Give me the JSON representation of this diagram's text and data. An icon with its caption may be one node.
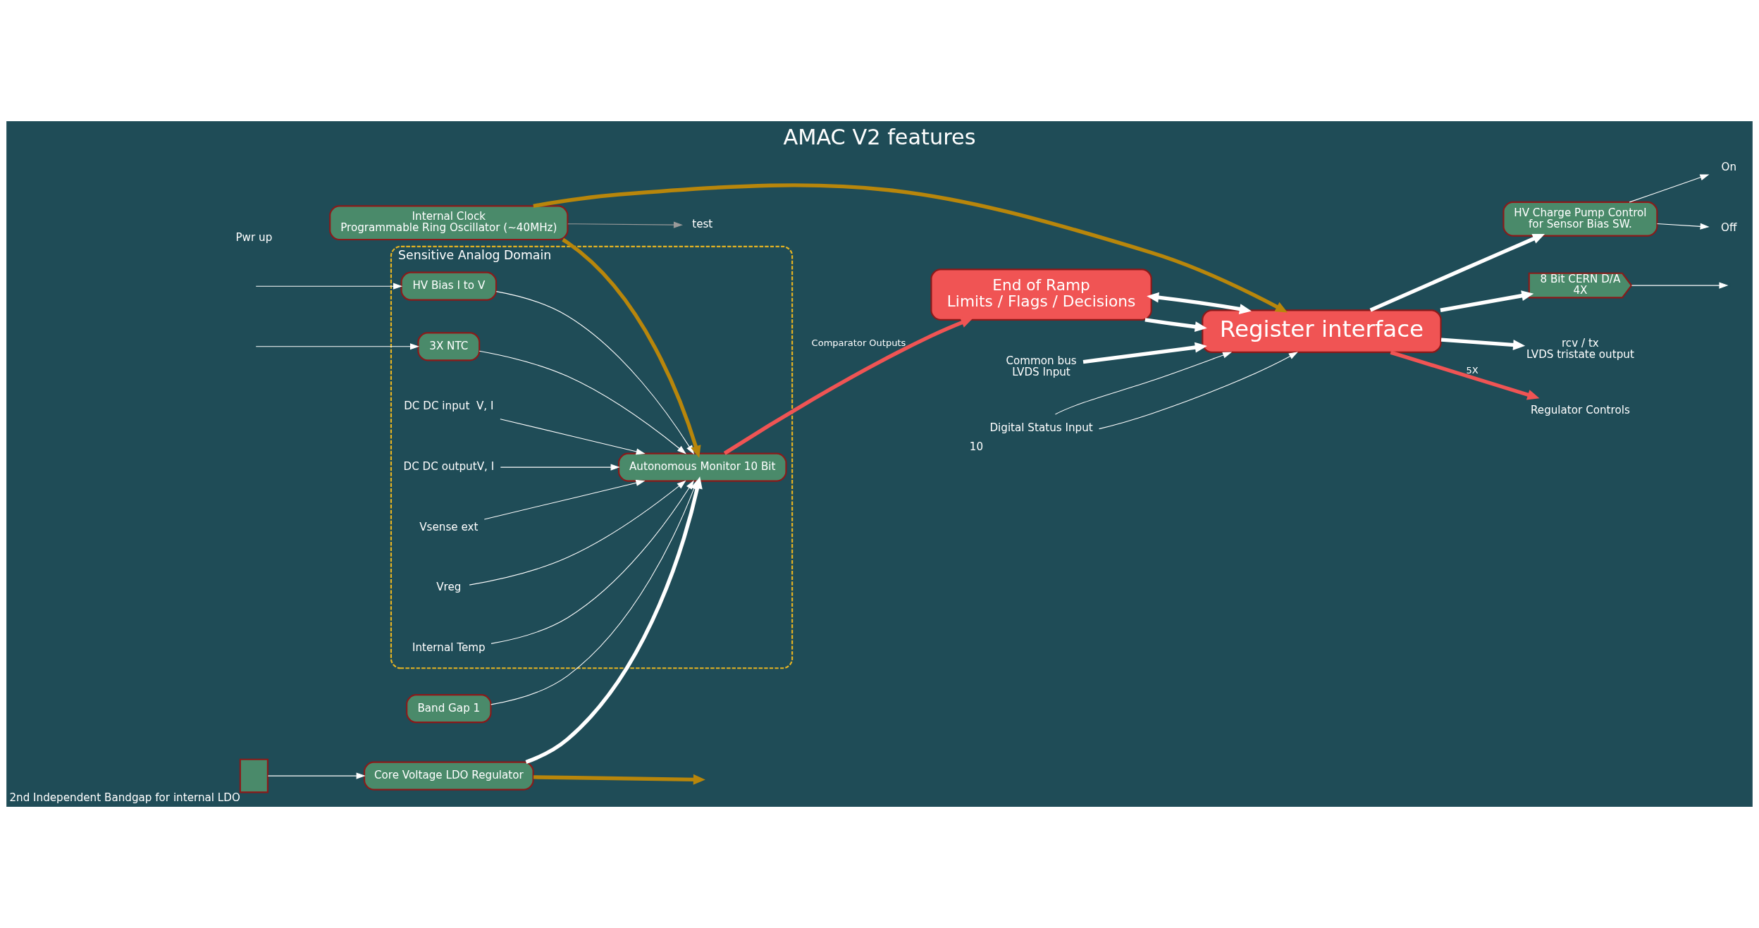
{
  "diagram": {
    "title": "AMAC V2 features",
    "nodes": [
      {
        "text": [
          "Sensitive Analog Domain"
        ]
      },
      {
        "text": [
          "Register interface"
        ]
      },
      {
        "text": [
          "HV Charge Pump Control",
          "for Sensor Bias SW."
        ]
      },
      {
        "text": [
          "Autonomous Monitor 10 Bit"
        ],
        "in": 0
      },
      {
        "text": [
          "End of Ramp",
          "Limits / Flags / Decisions"
        ]
      },
      {
        "text": [
          "8 Bit CERN D/A",
          "4X"
        ]
      },
      {
        "text": [
          "Internal Clock",
          "Programmable Ring Oscillator (~40MHz)"
        ]
      },
      {
        "text": [
          "Core Voltage LDO Regulator"
        ]
      },
      {
        "text": [
          "3X NTC"
        ],
        "in": 0
      },
      {
        "text": [
          "HV Bias I to V"
        ],
        "in": 0
      },
      {
        "text": [
          "Band Gap 1"
        ]
      },
      {
        "text": [],
        "shape": "box",
        "beside": [
          "2nd Independent Bandgap for internal LDO"
        ]
      },
      {
        "text": [
          "Common bus",
          "LVDS Input"
        ]
      },
      {
        "text": [
          "rcv / tx",
          "LVDS tristate output"
        ]
      },
      {
        "text": [
          "Digital Status Input"
        ],
        "beside": [
          "10"
        ]
      },
      {
        "text": [
          "Regulator Controls"
        ]
      },
      {
        "text": [
          "Off"
        ]
      },
      {
        "text": [
          "On"
        ]
      },
      {
        "text": [
          "DC DC input  V, I"
        ],
        "in": 0
      },
      {
        "text": [
          "DC DC outputV, I"
        ],
        "in": 0
      },
      {
        "text": [
          "Vsense ext"
        ],
        "in": 0
      },
      {
        "text": [
          "Vreg"
        ],
        "in": 0
      },
      {
        "text": [
          "Internal Temp"
        ],
        "in": 0
      },
      {
        "text": [
          "test"
        ]
      }
    ],
    "edges": [
      {
        "from": 12,
        "to": 1,
        "arrow": "to",
        "style": "thick"
      },
      {
        "from": 1,
        "to": 13,
        "arrow": "to",
        "style": "thick"
      },
      {
        "from": 14,
        "to": 1,
        "arrow": "to"
      },
      {
        "from": 14,
        "to": 1,
        "arrow": "to"
      },
      {
        "from": 1,
        "to": 15,
        "arrow": "to",
        "label": "5X",
        "style": "thick",
        "color": "#f05454"
      },
      {
        "from": 1,
        "to": 2,
        "arrow": "to",
        "style": "thick"
      },
      {
        "from": 1,
        "to": 4,
        "arrow": "both",
        "style": "thick"
      },
      {
        "from": 4,
        "to": 1,
        "arrow": "to",
        "style": "thick"
      },
      {
        "from": 6,
        "to": 1,
        "arrow": "to",
        "style": "thick",
        "color": "#b8860b"
      },
      {
        "from": 1,
        "to": 5,
        "arrow": "to",
        "style": "thick"
      },
      {
        "from": 5,
        "to": null,
        "arrow": "to"
      },
      {
        "from": 3,
        "to": 4,
        "arrow": "to",
        "label": "Comparator Outputs",
        "style": "thick",
        "color": "#f05454"
      },
      {
        "from": 6,
        "to": 3,
        "arrow": "to",
        "style": "thick",
        "color": "#b8860b"
      },
      {
        "from": 2,
        "to": 16,
        "arrow": "to"
      },
      {
        "from": 2,
        "to": 17,
        "arrow": "to"
      },
      {
        "from": 18,
        "to": 3,
        "arrow": "to"
      },
      {
        "from": 19,
        "to": 3,
        "arrow": "to"
      },
      {
        "from": 20,
        "to": 3,
        "arrow": "to"
      },
      {
        "from": 21,
        "to": 3,
        "arrow": "to"
      },
      {
        "from": 22,
        "to": 3,
        "arrow": "to"
      },
      {
        "from": null,
        "to": 8,
        "arrow": "to"
      },
      {
        "from": 8,
        "to": 3,
        "arrow": "to"
      },
      {
        "from": null,
        "to": 9,
        "arrow": "to"
      },
      {
        "from": 9,
        "to": 3,
        "arrow": "to"
      },
      {
        "from": 7,
        "to": 3,
        "arrow": "to",
        "style": "thick"
      },
      {
        "from": 7,
        "to": null,
        "arrow": "to",
        "style": "thick",
        "color": "#b8860b"
      },
      {
        "from": 11,
        "to": 7,
        "arrow": "to"
      },
      {
        "from": 10,
        "to": 3,
        "arrow": "to"
      },
      {
        "from": 6,
        "to": 23,
        "arrow": "to",
        "color": "#9a9a9a"
      }
    ],
    "labels": [
      "Pwr up"
    ]
  }
}
